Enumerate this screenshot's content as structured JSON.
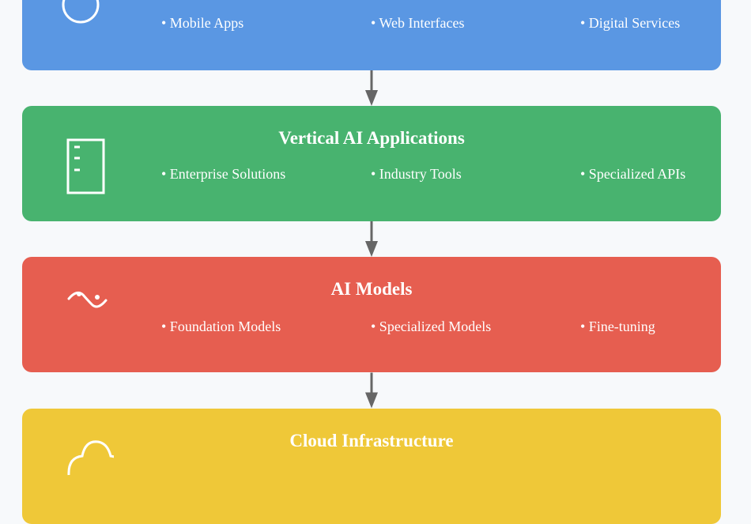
{
  "layers": [
    {
      "title": "",
      "color": "#5a97e3",
      "icon": "user-icon",
      "items": [
        "• Mobile Apps",
        "• Web Interfaces",
        "• Digital Services"
      ]
    },
    {
      "title": "Vertical AI Applications",
      "color": "#48b36f",
      "icon": "document-icon",
      "items": [
        "• Enterprise Solutions",
        "• Industry Tools",
        "• Specialized APIs"
      ]
    },
    {
      "title": "AI Models",
      "color": "#e65e50",
      "icon": "wave-icon",
      "items": [
        "• Foundation Models",
        "• Specialized Models",
        "• Fine-tuning"
      ]
    },
    {
      "title": "Cloud Infrastructure",
      "color": "#efc838",
      "icon": "cloud-icon",
      "items": []
    }
  ],
  "arrow_color": "#666666",
  "background": "#f7f9fb"
}
